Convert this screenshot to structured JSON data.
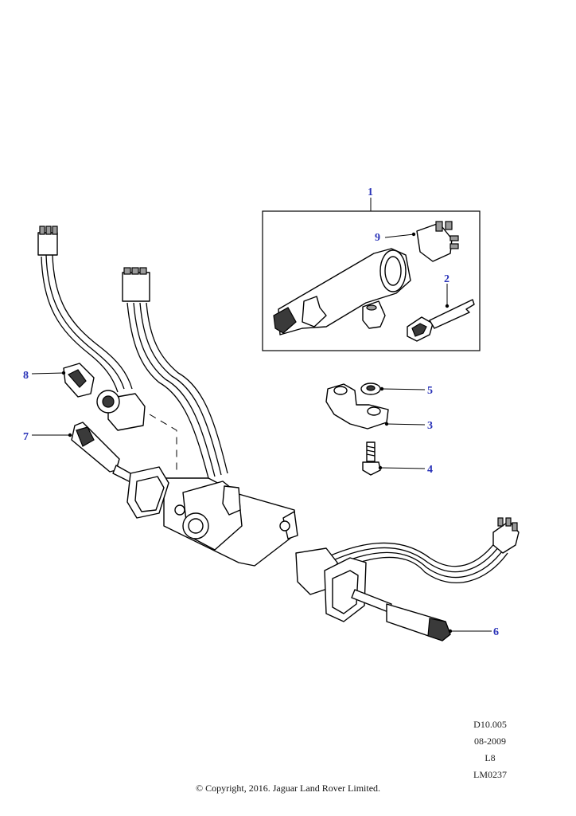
{
  "callouts": {
    "c1": "1",
    "c2": "2",
    "c3": "3",
    "c4": "4",
    "c5": "5",
    "c6": "6",
    "c7": "7",
    "c8": "8",
    "c9": "9"
  },
  "meta": {
    "ref": "D10.005",
    "date": "08-2009",
    "level": "L8",
    "code": "LM0237"
  },
  "copyright": "© Copyright, 2016. Jaguar Land Rover Limited.",
  "colors": {
    "callout_text": "#2a33b8",
    "line_art": "#000000"
  }
}
